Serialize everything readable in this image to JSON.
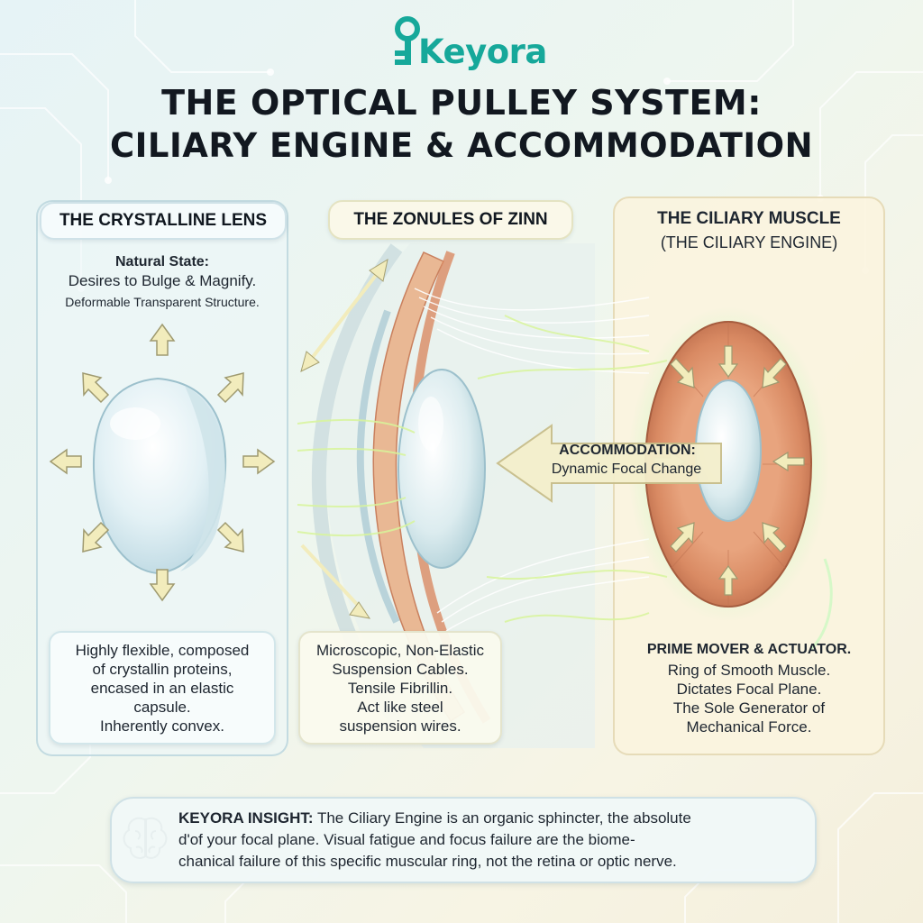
{
  "brand": {
    "name": "Keyora",
    "logo_text": "Keyora",
    "logo_letter": "K"
  },
  "title": {
    "line1": "THE OPTICAL PULLEY SYSTEM:",
    "line2": "CILIARY ENGINE & ACCOMMODATION"
  },
  "lens_panel": {
    "heading": "THE CRYSTALLINE LENS",
    "state_label": "Natural State:",
    "state_line1": "Desires to Bulge & Magnify.",
    "state_line2": "Deformable Transparent Structure.",
    "desc": [
      "Highly flexible, composed",
      "of crystallin proteins,",
      "encased in an elastic",
      "capsule.",
      "Inherently convex."
    ]
  },
  "zonules_panel": {
    "heading": "THE ZONULES OF ZINN",
    "desc": [
      "Microscopic, Non-Elastic",
      "Suspension Cables.",
      "Tensile Fibrillin.",
      "Act like steel",
      "suspension wires."
    ]
  },
  "ciliary_panel": {
    "heading": "THE CILIARY MUSCLE",
    "subheading": "(THE CILIARY ENGINE)",
    "desc_title": "PRIME MOVER & ACTUATOR.",
    "desc": [
      "Ring of Smooth Muscle.",
      "Dictates Focal Plane.",
      "The Sole Generator of",
      "Mechanical Force."
    ]
  },
  "accommodation": {
    "label": "ACCOMMODATION:",
    "sublabel": "Dynamic Focal Change"
  },
  "insight": {
    "label": "KEYORA INSIGHT:",
    "line1": " The Ciliary Engine is an organic sphincter, the absolute",
    "line2": "d'of your focal plane. Visual fatigue and focus failure are the biome-",
    "line3": "chanical failure of this specific muscular ring, not the retina or optic nerve."
  },
  "icons": {
    "logo": "key-icon",
    "insight": "brain-icon"
  },
  "colors": {
    "brand": "#16a89a",
    "muscle": "#d98a63",
    "arrow": "#f2ecbc",
    "glow": "#c9f2b8"
  }
}
